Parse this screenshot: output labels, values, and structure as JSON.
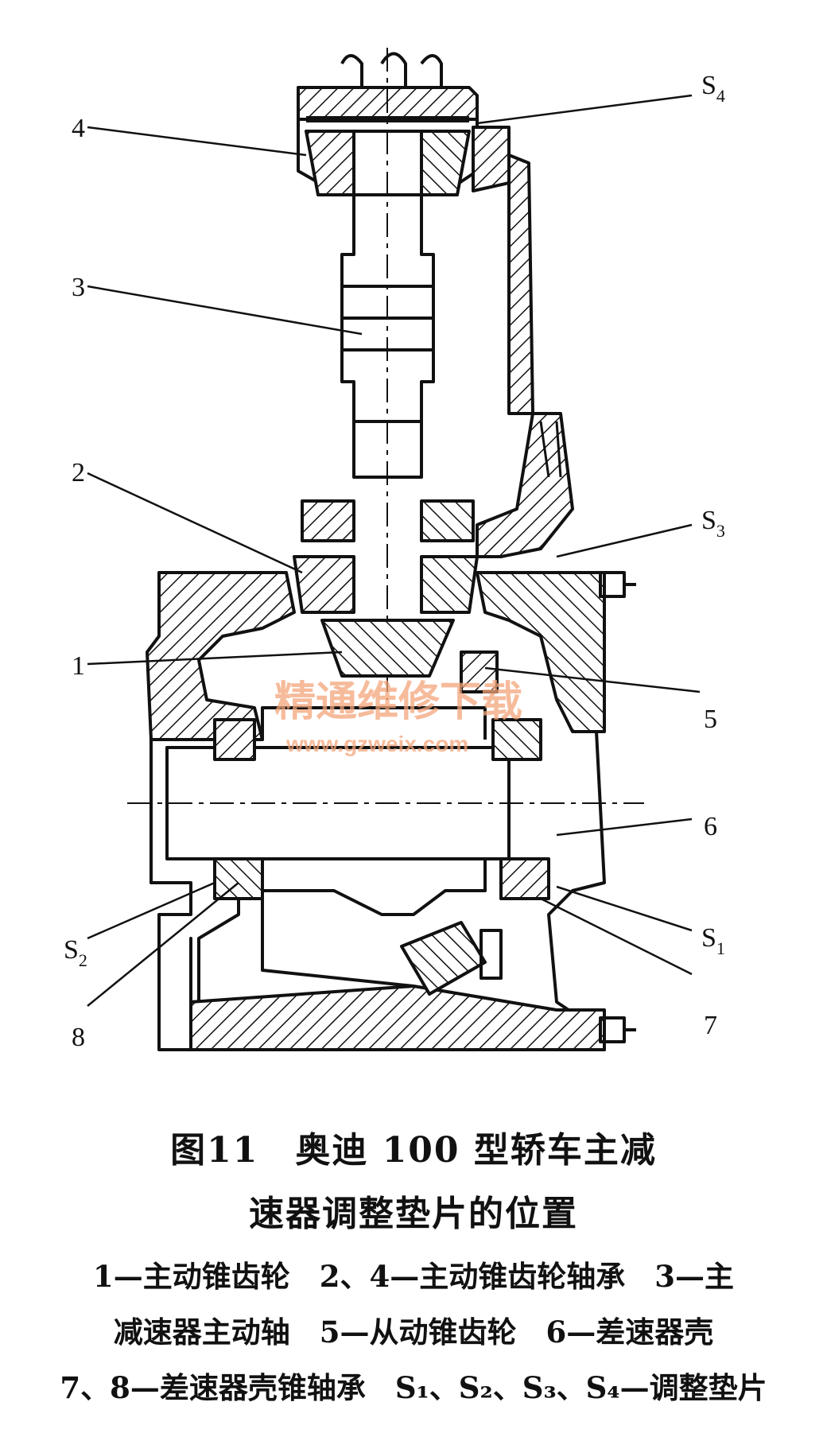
{
  "figure": {
    "labels": {
      "l1": "1",
      "l2": "2",
      "l3": "3",
      "l4": "4",
      "l5": "5",
      "l6": "6",
      "l7": "7",
      "l8": "8",
      "s1": "S",
      "s1_sub": "1",
      "s2": "S",
      "s2_sub": "2",
      "s3": "S",
      "s3_sub": "3",
      "s4": "S",
      "s4_sub": "4"
    },
    "watermark": {
      "cn": "精通维修下载",
      "url": "www.gzweix.com"
    }
  },
  "caption": {
    "line1": "图11　奥迪 100 型轿车主减",
    "line2": "速器调整垫片的位置"
  },
  "legend": {
    "line1": "1—主动锥齿轮　2、4—主动锥齿轮轴承　3—主",
    "line2": "减速器主动轴　5—从动锥齿轮　6—差速器壳",
    "line3": "7、8—差速器壳锥轴承　S₁、S₂、S₃、S₄—调整垫片"
  },
  "colors": {
    "ink": "#111111",
    "watermark": "#f3a57a"
  }
}
